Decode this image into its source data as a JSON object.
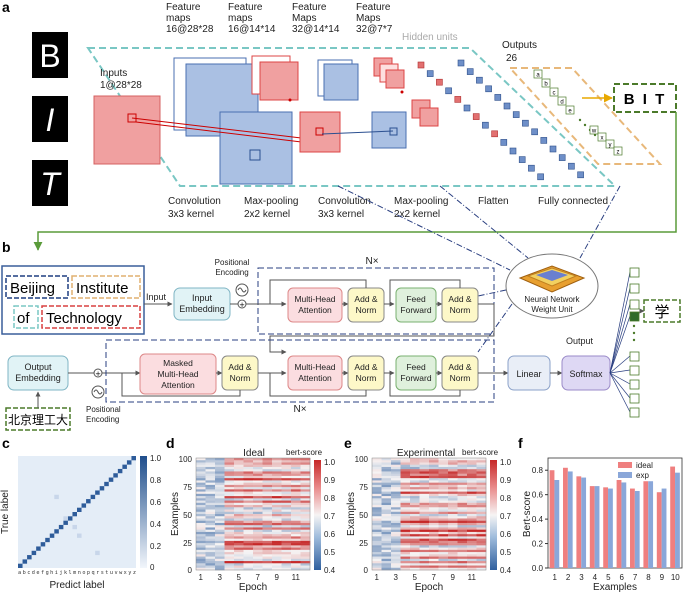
{
  "panels": {
    "a": "a",
    "b": "b",
    "c": "c",
    "d": "d",
    "e": "e",
    "f": "f"
  },
  "panel_a": {
    "letters": [
      "B",
      "I",
      "T"
    ],
    "inputs_label": "Inputs",
    "inputs_size": "1@28*28",
    "fm1": [
      "Feature",
      "maps",
      "16@28*28"
    ],
    "fm2": [
      "Feature",
      "maps",
      "16@14*14"
    ],
    "fm3": [
      "Feature",
      "Maps",
      "32@14*14"
    ],
    "fm4": [
      "Feature",
      "Maps",
      "32@7*7"
    ],
    "hidden": "Hidden units",
    "outputs_label": "Outputs",
    "outputs_count": "26",
    "out_letters_top": [
      "a",
      "b",
      "c",
      "d",
      "e"
    ],
    "out_letters_bottom": [
      "w",
      "x",
      "y",
      "z"
    ],
    "result": "B I T",
    "stage": [
      [
        "Convolution",
        "3x3 kernel"
      ],
      [
        "Max-pooling",
        "2x2 kernel"
      ],
      [
        "Convolution",
        "3x3 kernel"
      ],
      [
        "Max-pooling",
        "2x2 kernel"
      ],
      [
        "Flatten",
        ""
      ],
      [
        "Fully connected",
        ""
      ]
    ]
  },
  "panel_b": {
    "words": [
      "Beijing",
      "Institute",
      "of",
      "Technology"
    ],
    "input": "Input",
    "positional_encoding": [
      "Positional",
      "Encoding"
    ],
    "input_embedding": [
      "Input",
      "Embedding"
    ],
    "nx_top": "N×",
    "nx_bottom": "N×",
    "mha": [
      "Multi-Head",
      "Attention"
    ],
    "add_norm": [
      "Add &",
      "Norm"
    ],
    "ff": [
      "Feed",
      "Forward"
    ],
    "nn_unit": [
      "Neural Network",
      "Weight Unit"
    ],
    "output": "Output",
    "output_char": "学",
    "output_embedding": [
      "Output",
      "Embedding"
    ],
    "masked_mha": [
      "Masked",
      "Multi-Head",
      "Attention"
    ],
    "linear": "Linear",
    "softmax": "Softmax",
    "decoder_input": "北京理工大"
  },
  "panel_c": {
    "ylabel": "True label",
    "xlabel": "Predict label",
    "ticks": "abcdefghijklmnopqrstuvwxyz",
    "colorbar_ticks": [
      "1.0",
      "0.8",
      "0.6",
      "0.4",
      "0.2",
      "0"
    ]
  },
  "panel_d": {
    "title": "Ideal",
    "ylabel": "Examples",
    "xlabel": "Epoch",
    "y_ticks": [
      "100",
      "75",
      "50",
      "25",
      "0"
    ],
    "x_ticks": [
      "1",
      "3",
      "5",
      "7",
      "9",
      "11"
    ],
    "cb_label": "bert-score",
    "cb_ticks": [
      "1.0",
      "0.9",
      "0.8",
      "0.7",
      "0.6",
      "0.5",
      "0.4"
    ]
  },
  "panel_e": {
    "title": "Experimental",
    "ylabel": "Examples",
    "xlabel": "Epoch",
    "y_ticks": [
      "100",
      "75",
      "50",
      "25",
      "0"
    ],
    "x_ticks": [
      "1",
      "3",
      "5",
      "7",
      "9",
      "11"
    ],
    "cb_label": "bert-score",
    "cb_ticks": [
      "1.0",
      "0.9",
      "0.8",
      "0.7",
      "0.6",
      "0.5",
      "0.4"
    ]
  },
  "chart_data": {
    "type": "bar",
    "categories": [
      "1",
      "2",
      "3",
      "4",
      "5",
      "6",
      "7",
      "8",
      "9",
      "10"
    ],
    "series": [
      {
        "name": "ideal",
        "values": [
          0.8,
          0.82,
          0.75,
          0.67,
          0.66,
          0.72,
          0.65,
          0.71,
          0.62,
          0.83
        ]
      },
      {
        "name": "exp",
        "values": [
          0.72,
          0.79,
          0.74,
          0.67,
          0.65,
          0.7,
          0.63,
          0.71,
          0.65,
          0.78
        ]
      }
    ],
    "xlabel": "Examples",
    "ylabel": "Bert-score",
    "y_ticks": [
      "0.8",
      "0.6",
      "0.4",
      "0.2",
      "0.0"
    ],
    "ylim": [
      0,
      0.9
    ],
    "colors": {
      "ideal": "#ef7f7f",
      "exp": "#8aa7d9"
    }
  }
}
